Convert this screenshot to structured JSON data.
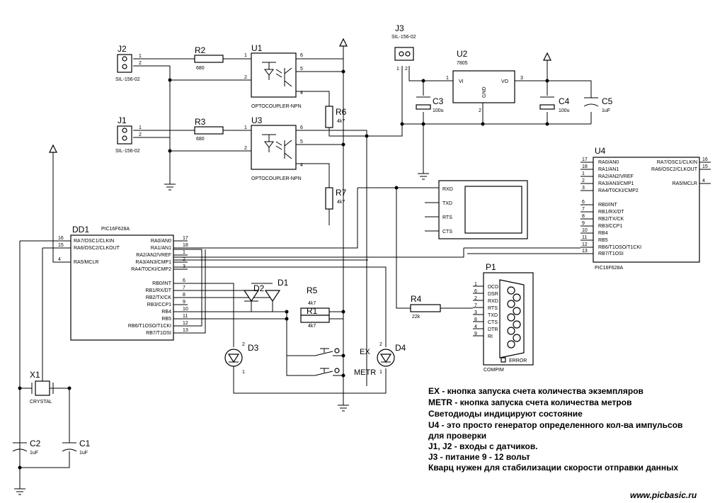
{
  "connectors": {
    "j2": {
      "ref": "J2",
      "part": "SIL-156-02",
      "pins": [
        "1",
        "2"
      ]
    },
    "j1": {
      "ref": "J1",
      "part": "SIL-156-02",
      "pins": [
        "1",
        "2"
      ]
    },
    "j3": {
      "ref": "J3",
      "part": "SIL-156-02",
      "pins": [
        "1",
        "2"
      ]
    }
  },
  "resistors": {
    "r2": {
      "ref": "R2",
      "value": "680"
    },
    "r3": {
      "ref": "R3",
      "value": "680"
    },
    "r6": {
      "ref": "R6",
      "value": "4k7"
    },
    "r7": {
      "ref": "R7",
      "value": "4k7"
    },
    "r5": {
      "ref": "R5",
      "value": "4k7"
    },
    "r1": {
      "ref": "R1",
      "value": "4k7"
    },
    "r4": {
      "ref": "R4",
      "value": "22k"
    }
  },
  "optos": {
    "u1": {
      "ref": "U1",
      "part": "OPTOCOUPLER-NPN",
      "pins": [
        "6",
        "5",
        "4",
        "1",
        "2"
      ]
    },
    "u3": {
      "ref": "U3",
      "part": "OPTOCOUPLER-NPN",
      "pins": [
        "6",
        "5",
        "4",
        "1",
        "2"
      ]
    }
  },
  "regulator": {
    "ref": "U2",
    "part": "7805",
    "vi": "VI",
    "vo": "VO",
    "gnd": "GND",
    "pins": [
      "1",
      "3",
      "2"
    ]
  },
  "capacitors": {
    "c3": {
      "ref": "C3",
      "value": "100u"
    },
    "c4": {
      "ref": "C4",
      "value": "100u"
    },
    "c5": {
      "ref": "C5",
      "value": "1uF"
    },
    "c2": {
      "ref": "C2",
      "value": "1uF"
    },
    "c1": {
      "ref": "C1",
      "value": "1uF"
    }
  },
  "u4": {
    "ref": "U4",
    "part": "PIC16F628A",
    "left": [
      {
        "num": "17",
        "name": "RA0/AN0"
      },
      {
        "num": "18",
        "name": "RA1/AN1"
      },
      {
        "num": "1",
        "name": "RA2/AN2/VREF"
      },
      {
        "num": "2",
        "name": "RA3/AN3/CMP1"
      },
      {
        "num": "3",
        "name": "RA4/T0CKI/CMP2"
      },
      {
        "num": "6",
        "name": "RB0/INT"
      },
      {
        "num": "7",
        "name": "RB1/RX/DT"
      },
      {
        "num": "8",
        "name": "RB2/TX/CK"
      },
      {
        "num": "9",
        "name": "RB3/CCP1"
      },
      {
        "num": "10",
        "name": "RB4"
      },
      {
        "num": "11",
        "name": "RB5"
      },
      {
        "num": "12",
        "name": "RB6/T1OSO/T1CKI"
      },
      {
        "num": "13",
        "name": "RB7/T1OSI"
      }
    ],
    "right": [
      {
        "num": "16",
        "name": "RA7/OSC1/CLKIN"
      },
      {
        "num": "15",
        "name": "RA6/OSC2/CLKOUT"
      },
      {
        "num": "4",
        "name": "RA5/MCLR"
      }
    ]
  },
  "dd1": {
    "ref": "DD1",
    "part": "PIC16F628A",
    "left": [
      {
        "num": "16",
        "name": "RA7/OSC1/CLKIN"
      },
      {
        "num": "15",
        "name": "RA6/OSC2/CLKOUT"
      },
      {
        "num": "4",
        "name": "RA5/MCLR"
      }
    ],
    "right": [
      {
        "num": "17",
        "name": "RA0/AN0"
      },
      {
        "num": "18",
        "name": "RA1/AN1"
      },
      {
        "num": "1",
        "name": "RA2/AN2/VREF"
      },
      {
        "num": "2",
        "name": "RA3/AN3/CMP1"
      },
      {
        "num": "3",
        "name": "RA4/T0CKI/CMP2"
      },
      {
        "num": "6",
        "name": "RB0/INT"
      },
      {
        "num": "7",
        "name": "RB1/RX/DT"
      },
      {
        "num": "8",
        "name": "RB2/TX/CK"
      },
      {
        "num": "9",
        "name": "RB3/CCP1"
      },
      {
        "num": "10",
        "name": "RB4"
      },
      {
        "num": "11",
        "name": "RB5"
      },
      {
        "num": "12",
        "name": "RB6/T1OSO/T1CKI"
      },
      {
        "num": "13",
        "name": "RB7/T1OSI"
      }
    ]
  },
  "terminal": {
    "pins": [
      "RXD",
      "TXD",
      "RTS",
      "CTS"
    ]
  },
  "p1": {
    "ref": "P1",
    "part": "COMPIM",
    "error": "ERROR",
    "pins": [
      {
        "num": "1",
        "name": "DCD"
      },
      {
        "num": "6",
        "name": "DSR"
      },
      {
        "num": "2",
        "name": "RXD"
      },
      {
        "num": "7",
        "name": "RTS"
      },
      {
        "num": "3",
        "name": "TXD"
      },
      {
        "num": "8",
        "name": "CTS"
      },
      {
        "num": "4",
        "name": "DTR"
      },
      {
        "num": "9",
        "name": "RI"
      }
    ]
  },
  "diodes": {
    "d1": {
      "ref": "D1"
    },
    "d2": {
      "ref": "D2"
    },
    "d3": {
      "ref": "D3",
      "pins": [
        "2",
        "1"
      ]
    },
    "d4": {
      "ref": "D4",
      "pins": [
        "2",
        "1"
      ]
    }
  },
  "buttons": {
    "ex": {
      "label": "EX"
    },
    "metr": {
      "label": "METR"
    }
  },
  "crystal": {
    "ref": "X1",
    "part": "CRYSTAL"
  },
  "notes": [
    "EX - кнопка запуска счета количества экземпляров",
    "METR - кнопка запуска счета количества метров",
    "Светодиоды индицируют состояние",
    "U4 - это просто генератор определенного кол-ва импульсов",
    "для проверки",
    "J1, J2 - входы с датчиков.",
    "J3 - питание 9 - 12 вольт",
    "Кварц нужен для стабилизации скорости отправки данных"
  ],
  "website": "www.picbasic.ru"
}
